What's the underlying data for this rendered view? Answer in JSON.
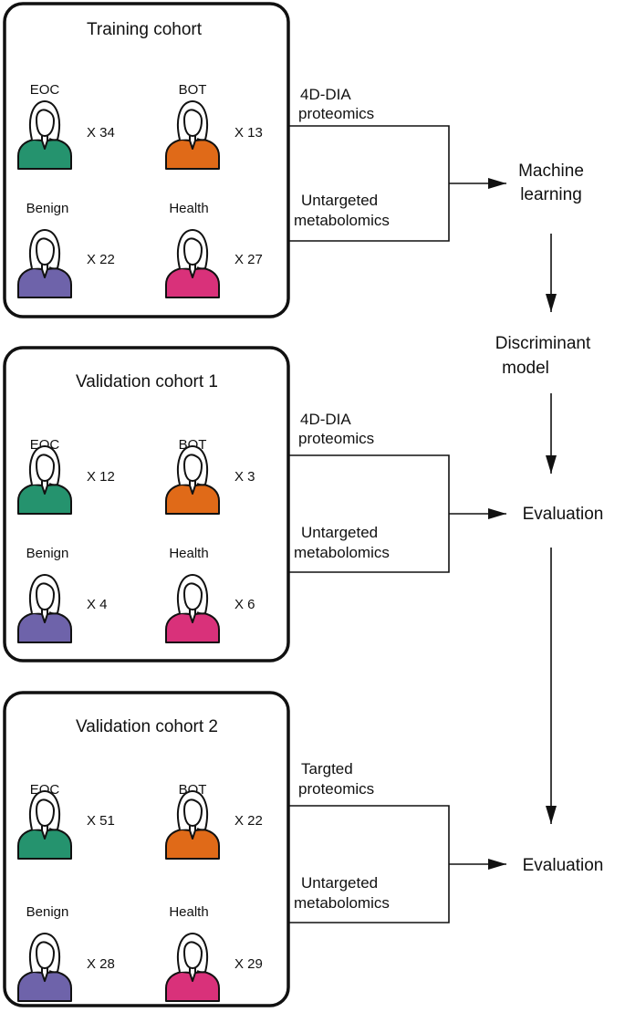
{
  "colors": {
    "EOC": "#25936e",
    "BOT": "#e06a18",
    "Benign": "#6e63aa",
    "Health": "#d9317a",
    "line": "#111111",
    "box": "#111111"
  },
  "cohorts": [
    {
      "title": "Training cohort",
      "groups": [
        {
          "label": "EOC",
          "count": "X 34"
        },
        {
          "label": "BOT",
          "count": "X 13"
        },
        {
          "label": "Benign",
          "count": "X 22"
        },
        {
          "label": "Health",
          "count": "X 27"
        }
      ],
      "method_top": [
        "4D-DIA",
        "proteomics"
      ],
      "method_bottom": [
        "Untargeted",
        "metabolomics"
      ]
    },
    {
      "title": "Validation cohort 1",
      "groups": [
        {
          "label": "EOC",
          "count": "X 12"
        },
        {
          "label": "BOT",
          "count": "X 3"
        },
        {
          "label": "Benign",
          "count": "X 4"
        },
        {
          "label": "Health",
          "count": "X 6"
        }
      ],
      "method_top": [
        "4D-DIA",
        "proteomics"
      ],
      "method_bottom": [
        "Untargeted",
        "metabolomics"
      ]
    },
    {
      "title": "Validation cohort 2",
      "groups": [
        {
          "label": "EOC",
          "count": "X 51"
        },
        {
          "label": "BOT",
          "count": "X 22"
        },
        {
          "label": "Benign",
          "count": "X 28"
        },
        {
          "label": "Health",
          "count": "X 29"
        }
      ],
      "method_top": [
        "Targted",
        "proteomics"
      ],
      "method_bottom": [
        "Untargeted",
        "metabolomics"
      ]
    }
  ],
  "flow": {
    "machine_learning": [
      "Machine",
      "learning"
    ],
    "discriminant_model": [
      "Discriminant",
      "model"
    ],
    "evaluation_1": "Evaluation",
    "evaluation_2": "Evaluation"
  }
}
